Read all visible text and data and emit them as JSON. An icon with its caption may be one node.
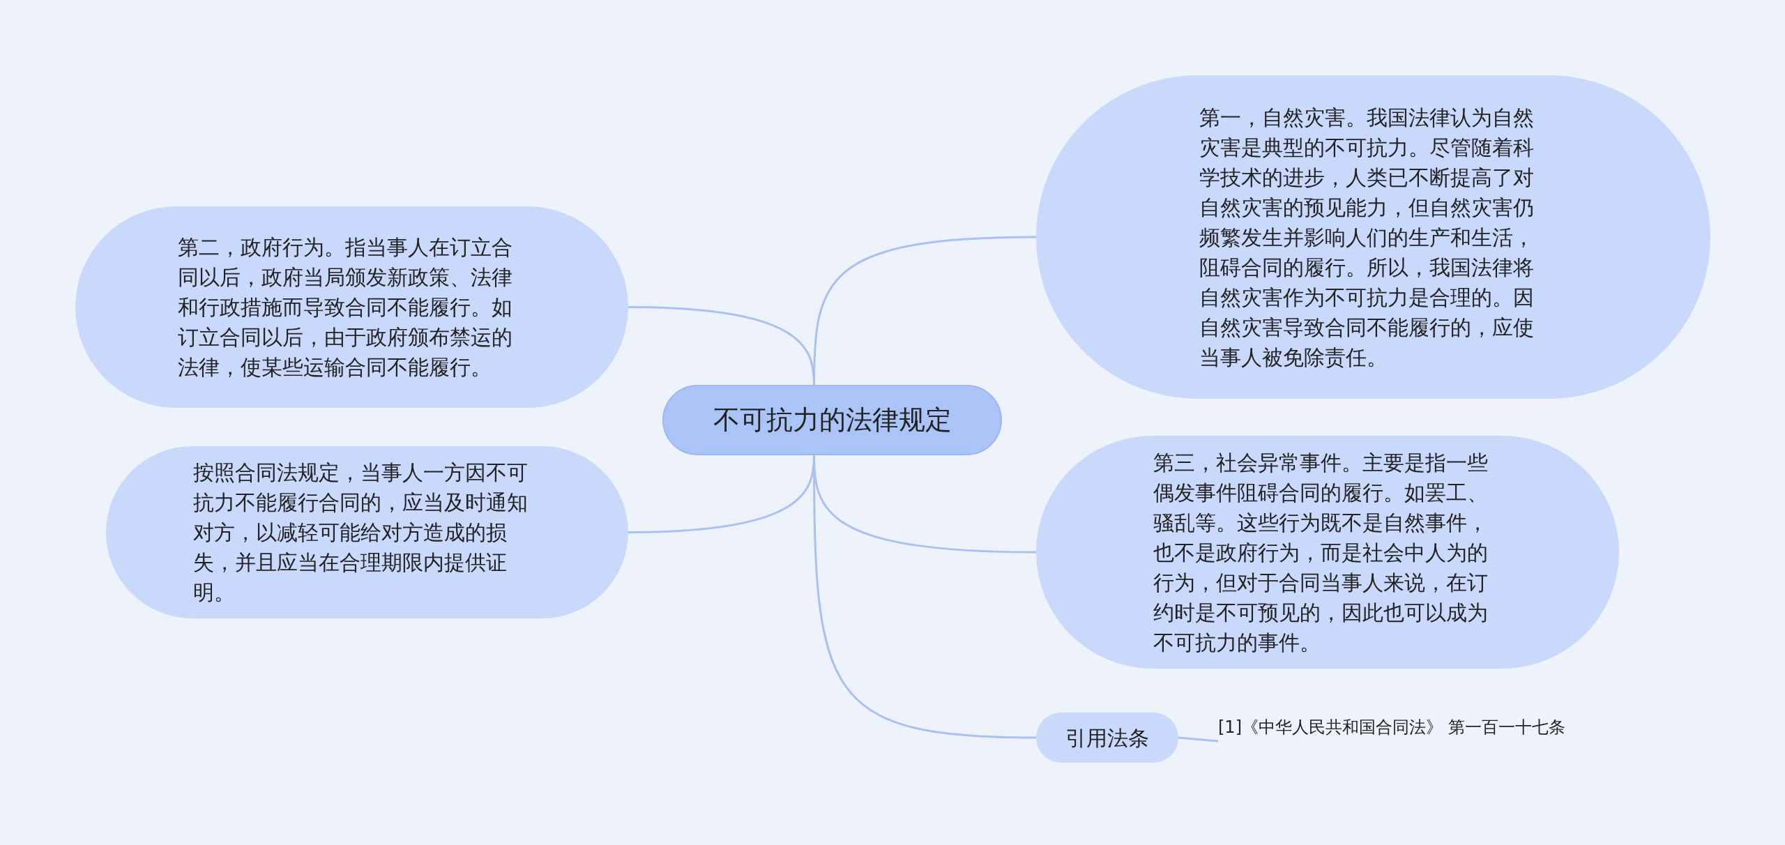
{
  "diagram": {
    "nodes": [
      {
        "text": [
          "不可抗力的法律规定"
        ]
      },
      {
        "text": [
          "第二，政府行为。指当事人在订立合同以后，政府当局颁发新政策、法律和行政措施而导致合同不能履行。如订立合同以后，由于政府颁布禁运的法律，使某些运输合同不能履行。"
        ]
      },
      {
        "text": [
          "按照合同法规定，当事人一方因不可抗力不能履行合同的，应当及时通知对方，以减轻可能给对方造成的损失，并且应当在合理期限内提供证明。"
        ]
      },
      {
        "text": [
          "第一，自然灾害。我国法律认为自然灾害是典型的不可抗力。尽管随着科学技术的进步，人类已不断提高了对自然灾害的预见能力，但自然灾害仍频繁发生并影响人们的生产和生活，阻碍合同的履行。所以，我国法律将自然灾害作为不可抗力是合理的。因自然灾害导致合同不能履行的，应使当事人被免除责任。"
        ]
      },
      {
        "text": [
          "第三，社会异常事件。主要是指一些偶发事件阻碍合同的履行。如罢工、骚乱等。这些行为既不是自然事件，也不是政府行为，而是社会中人为的行为，但对于合同当事人来说，在订约时是不可预见的，因此也可以成为不可抗力的事件。"
        ]
      },
      {
        "text": [
          "引用法条"
        ]
      },
      {
        "text": [
          "[1]《中华人民共和国合同法》 第一百一十七条"
        ]
      }
    ],
    "edges": [
      {
        "from": 0,
        "to": 1,
        "arrow": "none"
      },
      {
        "from": 0,
        "to": 2,
        "arrow": "none"
      },
      {
        "from": 0,
        "to": 3,
        "arrow": "none"
      },
      {
        "from": 0,
        "to": 4,
        "arrow": "none"
      },
      {
        "from": 0,
        "to": 5,
        "arrow": "none"
      },
      {
        "from": 5,
        "to": 6,
        "arrow": "none"
      }
    ]
  }
}
